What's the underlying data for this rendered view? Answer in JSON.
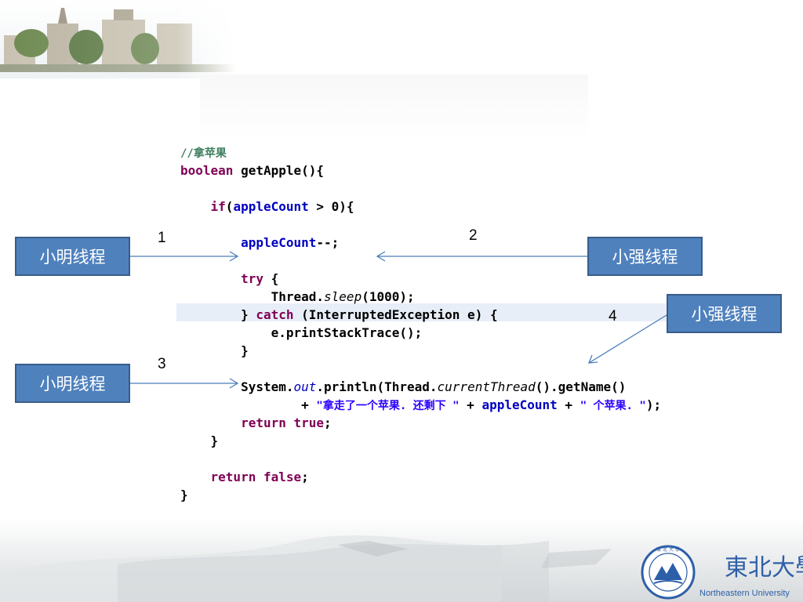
{
  "code": {
    "comment": "//拿苹果",
    "lines": {
      "signature": {
        "kw": "boolean",
        "rest": " getApple(){"
      },
      "if_line": {
        "kw": "if",
        "open": "(",
        "field": "appleCount",
        "rest": " > 0){"
      },
      "decrement": {
        "field": "appleCount",
        "rest": "--;"
      },
      "try_line": {
        "kw": "try",
        "rest": " {"
      },
      "sleep_line": {
        "a": "Thread.",
        "it": "sleep",
        "b": "(1000);"
      },
      "catch_line": {
        "a": "} ",
        "kw": "catch",
        "b": " (InterruptedException e) {"
      },
      "print_trace": "e.printStackTrace();",
      "close1": "}",
      "println_line": {
        "a": "System.",
        "out": "out",
        "b": ".println(Thread.",
        "ct": "currentThread",
        "c": "().getName()"
      },
      "concat_line": {
        "plus1": "+ ",
        "str1": "\"拿走了一个苹果. 还剩下 \"",
        "plus2": " + ",
        "field": "appleCount",
        "plus3": " + ",
        "str2": "\" 个苹果. \"",
        "end": ");"
      },
      "return_true": {
        "kw1": "return",
        "kw2": " true",
        "end": ";"
      },
      "close_if": "}",
      "return_false": {
        "kw1": "return",
        "kw2": " false",
        "end": ";"
      },
      "close_method": "}"
    }
  },
  "threads": {
    "box1": "小明线程",
    "box2": "小强线程",
    "box3": "小强线程",
    "box4": "小明线程"
  },
  "steps": [
    "1",
    "2",
    "3",
    "4"
  ],
  "logo": {
    "wordmark_cn": "東北大學",
    "wordmark_en": "Northeastern University",
    "seal_text": "NORTHEASTERN 1923 UNIVERSITY"
  },
  "colors": {
    "box_fill": "#4f81bd",
    "box_border": "#385d8a",
    "arrow": "#4a7ebb",
    "keyword": "#7f0055",
    "field": "#0000c0",
    "string": "#2a00ff",
    "comment": "#3f7f5f"
  }
}
